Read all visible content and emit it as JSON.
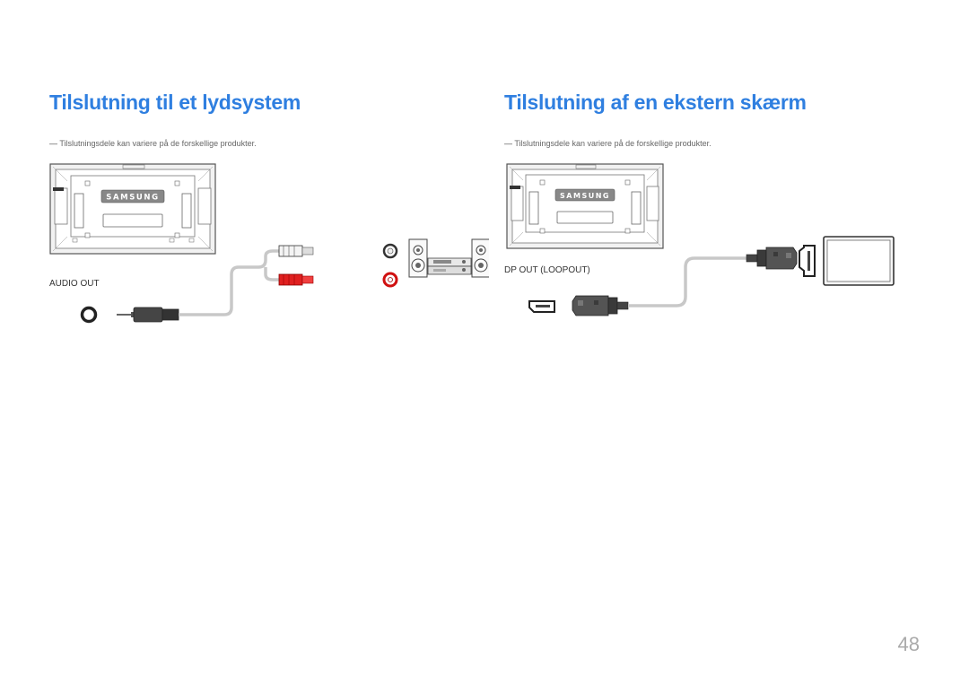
{
  "page_number": "48",
  "left_section": {
    "title": "Tilslutning til et lydsystem",
    "note_dash": "―",
    "note": "Tilslutningsdele kan variere på de forskellige produkter.",
    "port_label": "AUDIO OUT",
    "brand": "SAMSUNG"
  },
  "right_section": {
    "title": "Tilslutning af en ekstern skærm",
    "note_dash": "―",
    "note": "Tilslutningsdele kan variere på de forskellige produkter.",
    "port_label": "DP OUT (LOOPOUT)",
    "brand": "SAMSUNG"
  },
  "colors": {
    "title_blue": "#2f7fe0",
    "rca_red": "#e02020",
    "rca_white": "#cccccc"
  }
}
